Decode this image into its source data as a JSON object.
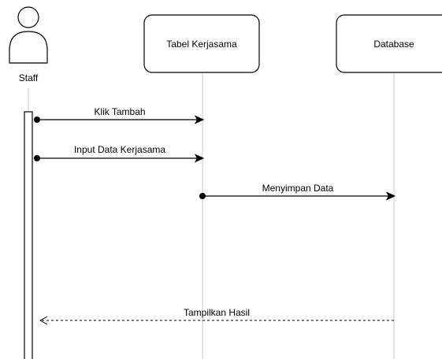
{
  "actor": {
    "label": "Staff"
  },
  "participants": [
    {
      "label": "Tabel Kerjasama"
    },
    {
      "label": "Database"
    }
  ],
  "messages": [
    {
      "label": "Klik Tambah",
      "from": "Staff",
      "to": "Tabel Kerjasama",
      "style": "solid"
    },
    {
      "label": "Input Data Kerjasama",
      "from": "Staff",
      "to": "Tabel Kerjasama",
      "style": "solid"
    },
    {
      "label": "Menyimpan Data",
      "from": "Tabel Kerjasama",
      "to": "Database",
      "style": "solid"
    },
    {
      "label": "Tampilkan Hasil",
      "from": "Database",
      "to": "Staff",
      "style": "dashed"
    }
  ],
  "colors": {
    "stroke": "#000000",
    "lifeline": "#c8c8c8",
    "background": "#ffffff"
  }
}
